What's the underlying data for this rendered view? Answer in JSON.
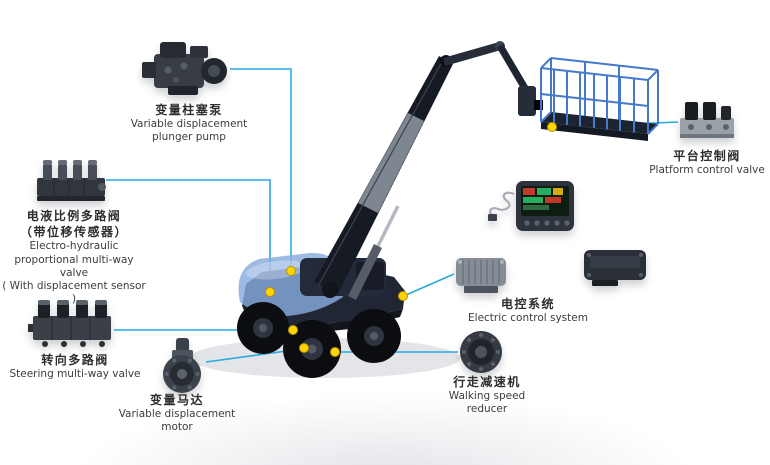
{
  "colors": {
    "connector_line": "#2aa9e0",
    "marker_dot": "#ffd400",
    "marker_dot_edge": "#bb9200",
    "machine_blue": "#86abdd",
    "basket_blue": "#4579cc"
  },
  "components": {
    "pump": {
      "zh": [
        "变量柱塞泵"
      ],
      "en": [
        "Variable displacement",
        "plunger pump"
      ]
    },
    "proportional_valve": {
      "zh": [
        "电液比例多路阀",
        "（带位移传感器）"
      ],
      "en": [
        "Electro-hydraulic",
        "proportional multi-way valve",
        "( With displacement sensor )"
      ]
    },
    "steering_valve": {
      "zh": [
        "转向多路阀"
      ],
      "en": [
        "Steering multi-way valve"
      ]
    },
    "motor": {
      "zh": [
        "变量马达"
      ],
      "en": [
        "Variable displacement motor"
      ]
    },
    "reducer": {
      "zh": [
        "行走减速机"
      ],
      "en": [
        "Walking speed reducer"
      ]
    },
    "control_system": {
      "zh": [
        "电控系统"
      ],
      "en": [
        "Electric control system"
      ]
    },
    "platform_valve": {
      "zh": [
        "平台控制阀"
      ],
      "en": [
        "Platform control valve"
      ]
    }
  }
}
